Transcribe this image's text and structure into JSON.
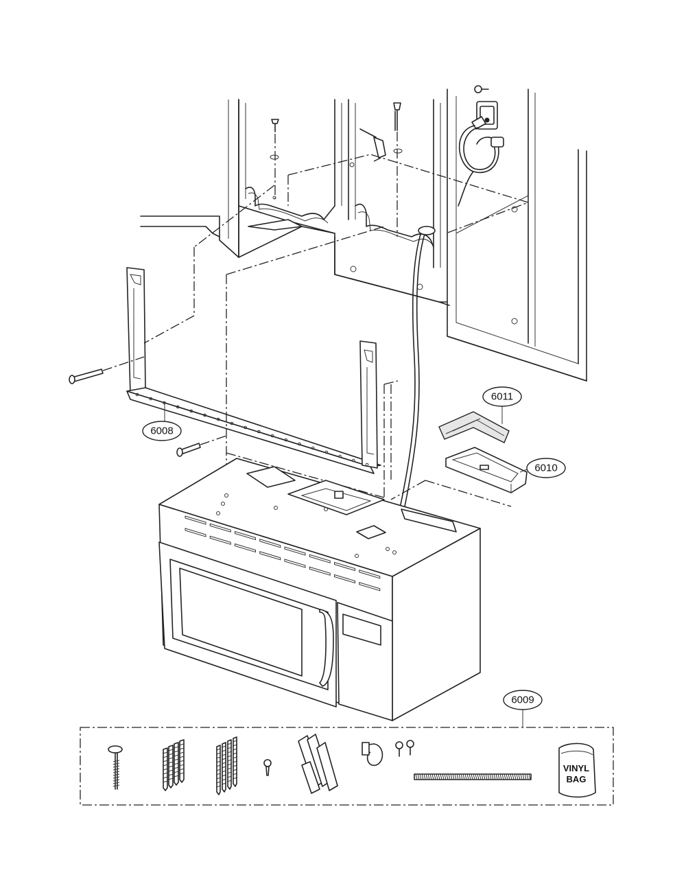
{
  "callouts": [
    {
      "id": "c6008",
      "label": "6008"
    },
    {
      "id": "c6009",
      "label": "6009"
    },
    {
      "id": "c6010",
      "label": "6010"
    },
    {
      "id": "c6011",
      "label": "6011"
    }
  ],
  "kit": {
    "vinyl_bag_line1": "VINYL",
    "vinyl_bag_line2": "BAG"
  },
  "icons": [
    "cabinet-outline",
    "wall-plate",
    "mounting-plate",
    "microwave-oven",
    "power-cord",
    "filter",
    "filter-frame",
    "screw-icon",
    "toggle-bolt-icon",
    "vinyl-bag-icon"
  ]
}
